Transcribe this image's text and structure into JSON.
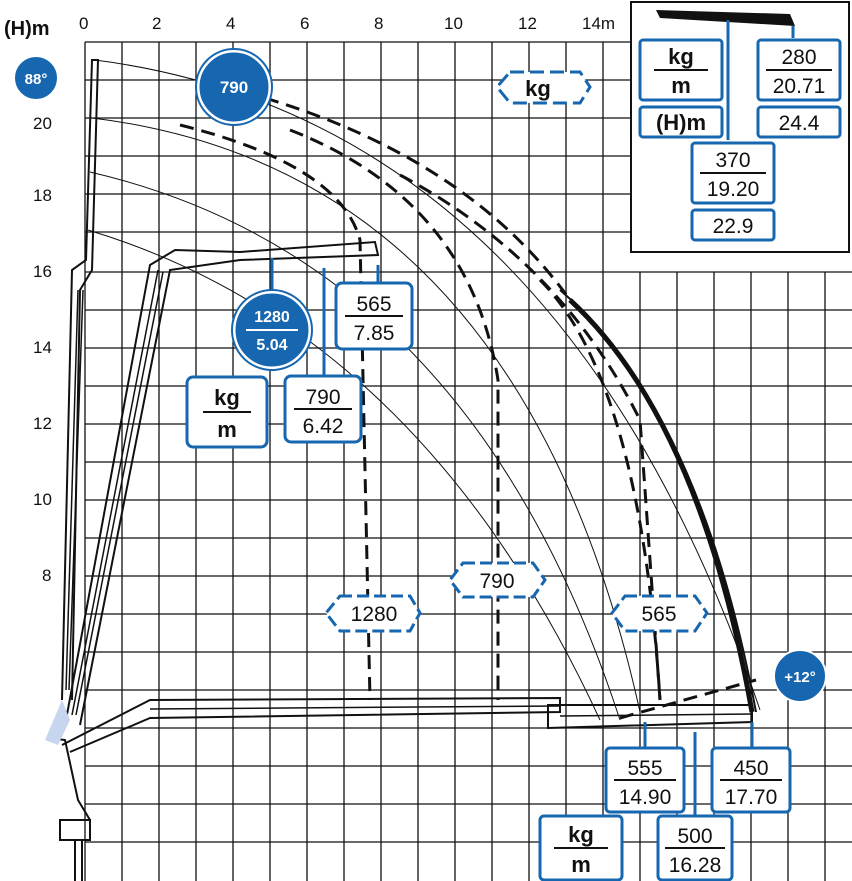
{
  "axes": {
    "y_title": "(H)m",
    "x_ticks": [
      "0",
      "2",
      "4",
      "6",
      "8",
      "10",
      "12",
      "14m"
    ],
    "y_ticks": [
      "20",
      "18",
      "16",
      "14",
      "12",
      "10",
      "8"
    ]
  },
  "angles": {
    "max": "88°",
    "min": "+12°"
  },
  "unit_labels": {
    "kg": "kg",
    "m": "m",
    "hm": "(H)m"
  },
  "capacity_circles": {
    "top": "790",
    "mid_kg": "1280",
    "mid_m": "5.04"
  },
  "upper_capacities": [
    {
      "kg": "565",
      "m": "7.85"
    },
    {
      "kg": "790",
      "m": "6.42"
    }
  ],
  "envelope_labels": [
    "1280",
    "790",
    "565"
  ],
  "lower_capacities": [
    {
      "kg": "555",
      "m": "14.90"
    },
    {
      "kg": "450",
      "m": "17.70"
    },
    {
      "kg": "500",
      "m": "16.28"
    }
  ],
  "inset": {
    "left_kg": "280",
    "left_m": "20.71",
    "left_h": "24.4",
    "mid_kg": "370",
    "mid_m": "19.20",
    "mid_h": "22.9"
  },
  "colors": {
    "accent": "#1767b0",
    "grid": "#111111"
  }
}
